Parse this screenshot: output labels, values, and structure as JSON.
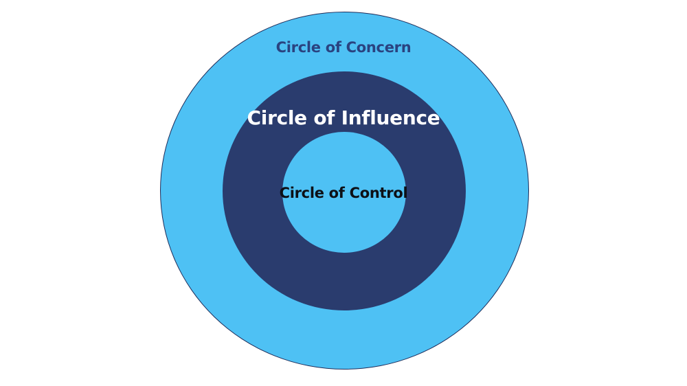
{
  "diagram": {
    "background_color": "#FFFFFF",
    "outer_ring": {
      "label": "Circle of Concern",
      "fill_color": "#4EC1F4",
      "border_color": "#1E2C59",
      "label_color": "#2A4380"
    },
    "middle_ring": {
      "label": "Circle of Influence",
      "fill_color": "#2A3C6E",
      "label_color": "#FFFFFF"
    },
    "inner_ring": {
      "label": "Circle of Control",
      "fill_color": "#4EC1F4",
      "label_color": "#0D1016"
    }
  }
}
